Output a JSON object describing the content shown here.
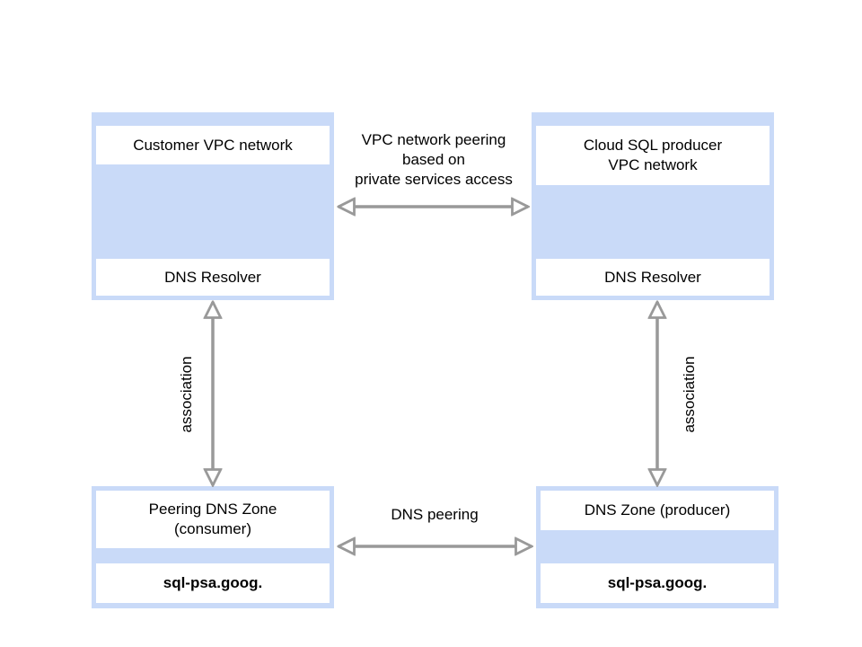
{
  "diagram": {
    "customer_vpc": {
      "title": "Customer VPC network",
      "resolver": "DNS Resolver"
    },
    "producer_vpc": {
      "title": "Cloud SQL producer\nVPC network",
      "resolver": "DNS Resolver"
    },
    "peering_zone": {
      "title": "Peering DNS Zone\n(consumer)",
      "domain": "sql-psa.goog."
    },
    "producer_zone": {
      "title": "DNS Zone (producer)",
      "domain": "sql-psa.goog."
    },
    "links": {
      "vpc_peering": "VPC network peering\nbased on\nprivate services access",
      "dns_peering": "DNS peering",
      "left_association": "association",
      "right_association": "association"
    },
    "colors": {
      "box_fill": "#c9daf8",
      "arrow": "#999999"
    }
  }
}
